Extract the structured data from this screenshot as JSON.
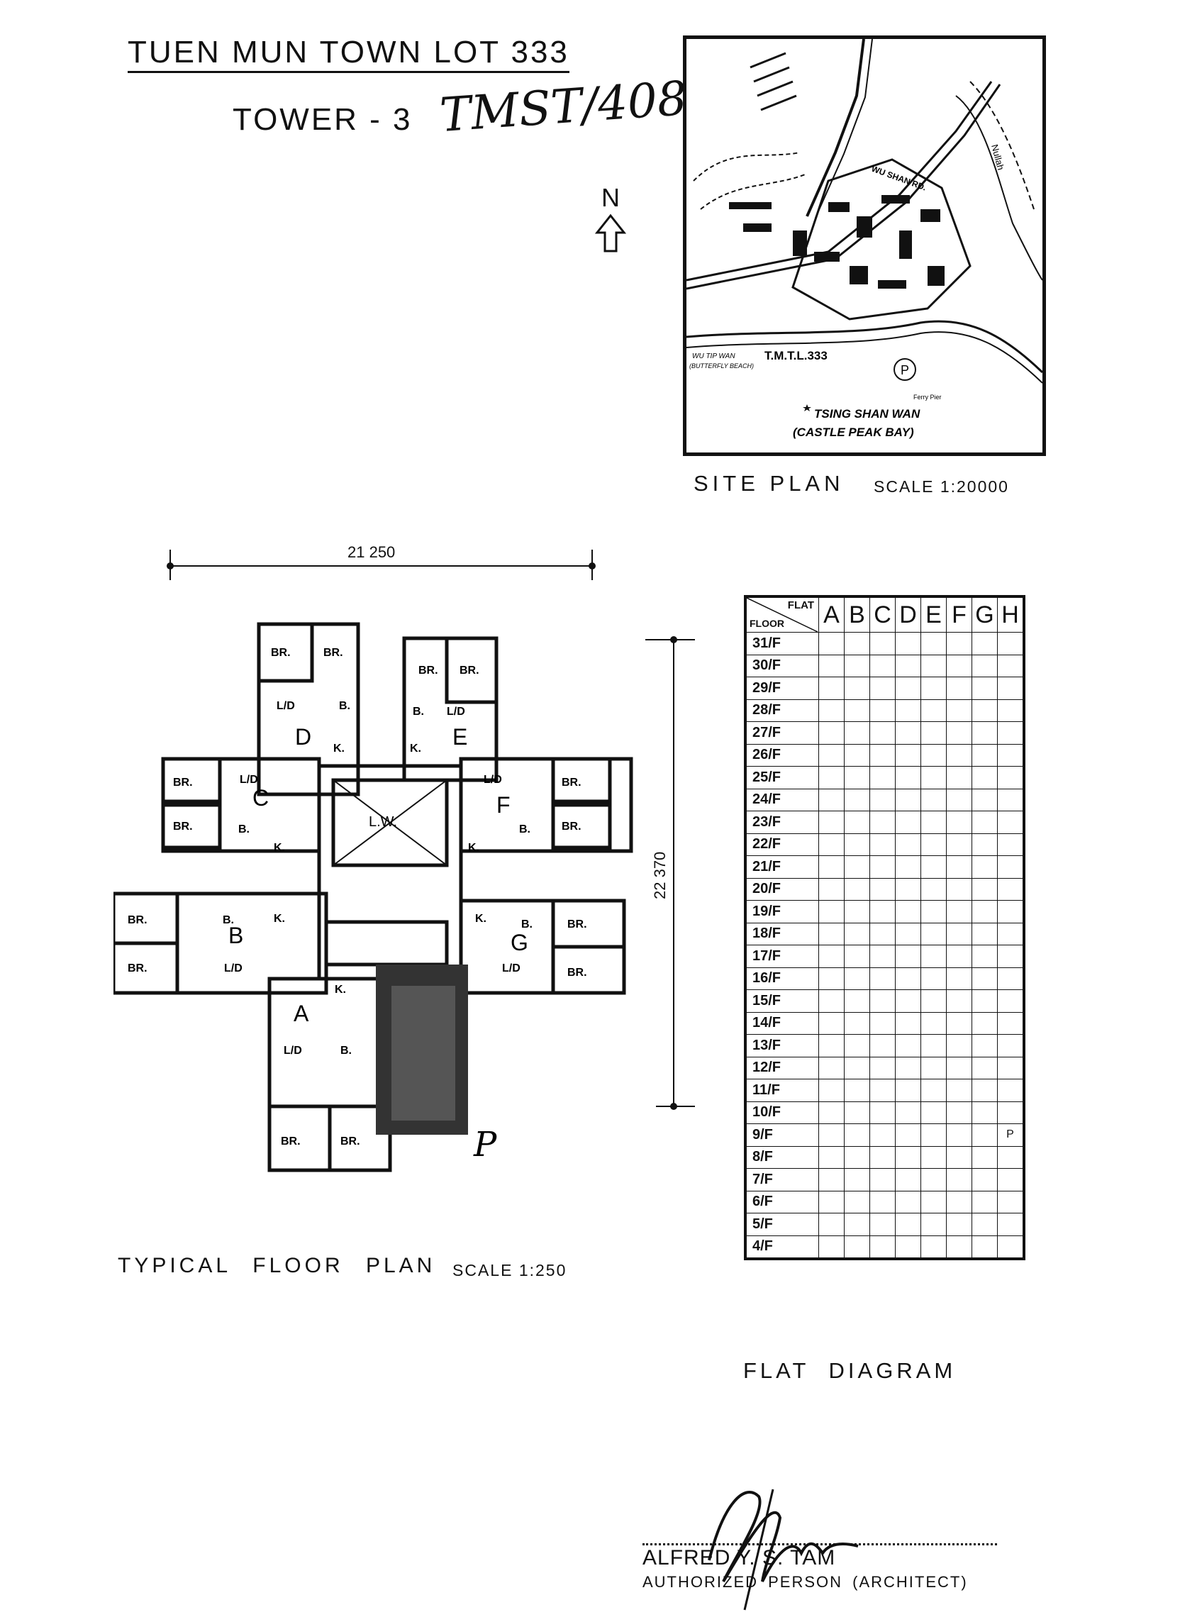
{
  "header": {
    "lot_title": "TUEN MUN TOWN LOT 333",
    "tower": "TOWER - 3",
    "handwritten_ref": "TMST/408",
    "north": "N"
  },
  "site_plan": {
    "label": "SITE PLAN",
    "scale": "SCALE 1:20000",
    "map_labels": {
      "road": "WU SHAN RD.",
      "lot": "T.M.T.L.333",
      "beach": "WU TIP WAN",
      "beach_alt": "(BUTTERFLY BEACH)",
      "bay": "TSING SHAN WAN",
      "bay_alt": "(CASTLE PEAK BAY)",
      "nullah": "Nullah",
      "pier": "Ferry Pier",
      "parking": "P"
    }
  },
  "floor_plan": {
    "label": "TYPICAL FLOOR PLAN",
    "scale": "SCALE 1:250",
    "dim_width": "21 250",
    "dim_height": "22 370",
    "flats": [
      "A",
      "B",
      "C",
      "D",
      "E",
      "F",
      "G"
    ],
    "rooms": {
      "br": "BR.",
      "ld": "L/D",
      "b": "B.",
      "k": "K.",
      "lw": "L.W."
    },
    "annotation": "P"
  },
  "flat_diagram": {
    "label": "FLAT DIAGRAM",
    "corner_flat": "FLAT",
    "corner_floor": "FLOOR",
    "columns": [
      "A",
      "B",
      "C",
      "D",
      "E",
      "F",
      "G",
      "H"
    ],
    "floors": [
      "31/F",
      "30/F",
      "29/F",
      "28/F",
      "27/F",
      "26/F",
      "25/F",
      "24/F",
      "23/F",
      "22/F",
      "21/F",
      "20/F",
      "19/F",
      "18/F",
      "17/F",
      "16/F",
      "15/F",
      "14/F",
      "13/F",
      "12/F",
      "11/F",
      "10/F",
      "9/F",
      "8/F",
      "7/F",
      "6/F",
      "5/F",
      "4/F"
    ],
    "marked_cell": {
      "floor": "9/F",
      "column": "H",
      "text": "P"
    }
  },
  "signature": {
    "name": "ALFRED Y. S. TAM",
    "title": "AUTHORIZED PERSON (ARCHITECT)"
  }
}
